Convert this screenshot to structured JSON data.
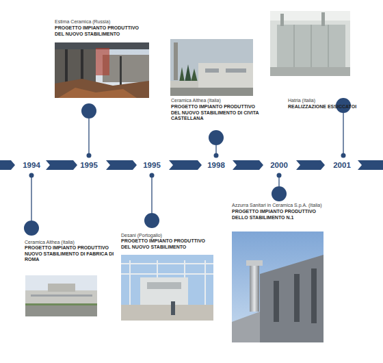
{
  "diagram": {
    "labels": [
      "Estima Ceramica (Russia)",
      "PROGETTO IMPIANTO PRODUTTIVO DEL NUOVO STABILIMENTO",
      "Ceramica Althea (Italia)",
      "PROGETTO IMPIANTO PRODUTTIVO DEL NUOVO STABILIMENTO DI CIVITA CASTELLANA",
      "Hatria (Italia)",
      "REALIZZAZIONE ESSICCATOI",
      "1994",
      "1995",
      "1995",
      "1998",
      "2000",
      "2001",
      "Ceramica Althea (Italia)",
      "PROGETTO IMPIANTO PRODUTTIVO NUOVO STABILIMENTO DI FABRICA DI ROMA",
      "Desani (Portogallo)",
      "PROGETTO IMPIANTO PRODUTTIVO DEL NUOVO STABILIMENTO",
      "Azzurra Sanitari in Ceramica S.p.A. (Italia)",
      "PROGETTO IMPIANTO PRODUTTIVO DELLO STABILIMENTO N.1"
    ]
  }
}
